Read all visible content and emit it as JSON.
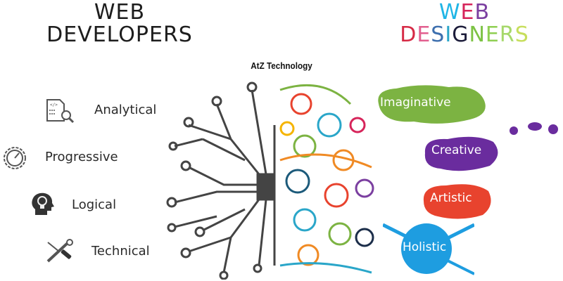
{
  "developers": {
    "title_line1": "WEB",
    "title_line2": "DEVELOPERS",
    "traits": [
      {
        "label": "Analytical",
        "icon": "code-document-magnifier-icon"
      },
      {
        "label": "Progressive",
        "icon": "gear-gauge-icon"
      },
      {
        "label": "Logical",
        "icon": "head-lightbulb-icon"
      },
      {
        "label": "Technical",
        "icon": "wrench-screwdriver-icon"
      }
    ]
  },
  "designers": {
    "title_line1": [
      "W",
      "E",
      "B"
    ],
    "title_line2": [
      "D",
      "E",
      "S",
      "I",
      "G",
      "N",
      "E",
      "R",
      "S"
    ],
    "title_colors_line1": [
      "#1fb5e6",
      "#d6245a",
      "#7b3fa0"
    ],
    "title_colors_line2": [
      "#d62a45",
      "#e25f8f",
      "#3d6fae",
      "#2aa6c9",
      "#1c1c3a",
      "#7cc243",
      "#8fcf52",
      "#a6d86a",
      "#c7de5c"
    ],
    "traits": [
      {
        "label": "Imaginative",
        "color": "#7cb342"
      },
      {
        "label": "Creative",
        "color": "#6a2c9e"
      },
      {
        "label": "Artistic",
        "color": "#e8432e"
      },
      {
        "label": "Holistic",
        "color": "#1e9de0"
      }
    ]
  },
  "brand": "AtZ Technology"
}
